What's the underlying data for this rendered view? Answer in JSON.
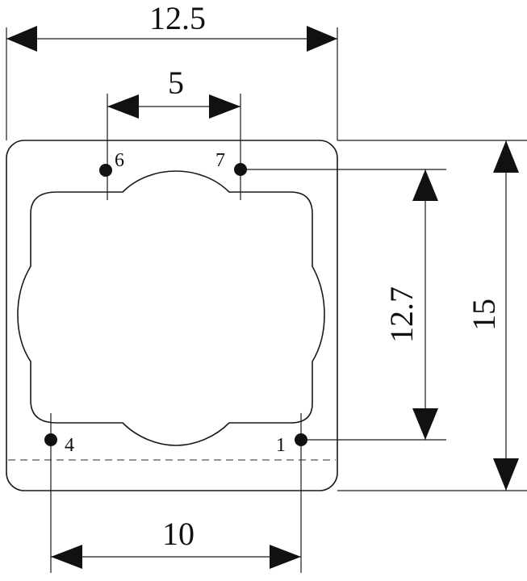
{
  "dimensions": {
    "overall_width": "12.5",
    "top_pin_pitch": "5",
    "bottom_pin_pitch": "10",
    "pin_row_spacing": "12.7",
    "overall_height": "15"
  },
  "pins": [
    {
      "id": "pin-6",
      "label": "6"
    },
    {
      "id": "pin-7",
      "label": "7"
    },
    {
      "id": "pin-4",
      "label": "4"
    },
    {
      "id": "pin-1",
      "label": "1"
    }
  ]
}
